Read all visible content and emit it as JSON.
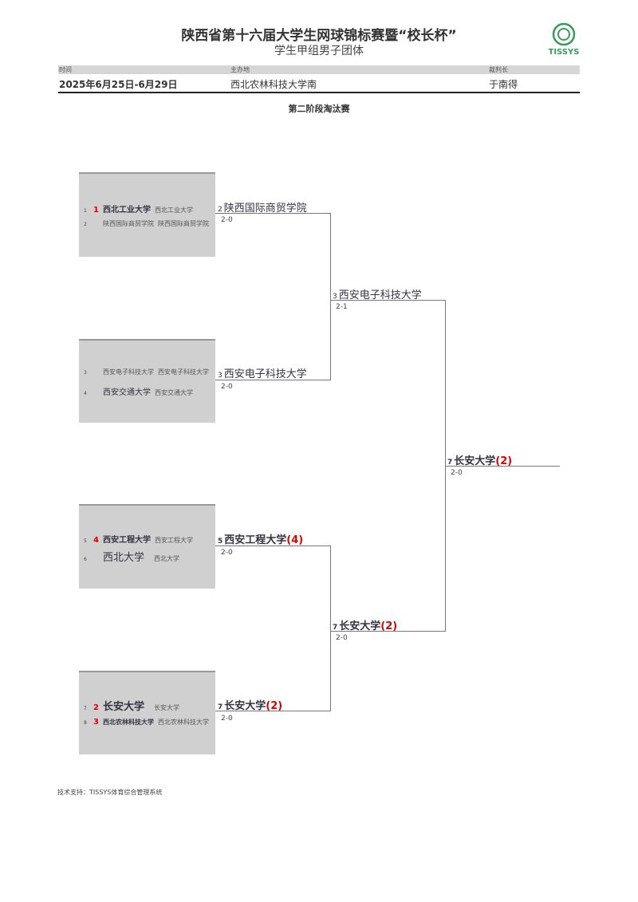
{
  "header": {
    "title": "陕西省第十六届大学生网球锦标赛暨“校长杯”",
    "subtitle": "学生甲组男子团体",
    "logo_text": "TISSYS",
    "time_label": "时间",
    "time_value": "2025年6月25日-6月29日",
    "venue_label": "主办地",
    "venue_value": "西北农林科技大学南",
    "referee_label": "裁判长",
    "referee_value": "于南得"
  },
  "stage": "第二阶段淘汰赛",
  "draw": [
    {
      "pos": "1",
      "seed": "1",
      "name": "西北工业大学",
      "org": "西北工业大学"
    },
    {
      "pos": "2",
      "seed": "",
      "name": "陕西国际商贸学院",
      "org": "陕西国际商贸学院"
    },
    {
      "pos": "3",
      "seed": "",
      "name": "西安电子科技大学",
      "org": "西安电子科技大学"
    },
    {
      "pos": "4",
      "seed": "",
      "name": "西安交通大学",
      "org": "西安交通大学"
    },
    {
      "pos": "5",
      "seed": "4",
      "name": "西安工程大学",
      "org": "西安工程大学"
    },
    {
      "pos": "6",
      "seed": "",
      "name": "西北大学",
      "org": "西北大学"
    },
    {
      "pos": "7",
      "seed": "2",
      "name": "长安大学",
      "org": "长安大学"
    },
    {
      "pos": "8",
      "seed": "3",
      "name": "西北农林科技大学",
      "org": "西北农林科技大学"
    }
  ],
  "round1": [
    {
      "pos": "2",
      "name": "陕西国际商贸学院",
      "seed": "",
      "score": "2-0"
    },
    {
      "pos": "3",
      "name": "西安电子科技大学",
      "seed": "",
      "score": "2-0"
    },
    {
      "pos": "5",
      "name": "西安工程大学",
      "seed": "(4)",
      "score": "2-0"
    },
    {
      "pos": "7",
      "name": "长安大学",
      "seed": "(2)",
      "score": "2-0"
    }
  ],
  "round2": [
    {
      "pos": "3",
      "name": "西安电子科技大学",
      "seed": "",
      "score": "2-1"
    },
    {
      "pos": "7",
      "name": "长安大学",
      "seed": "(2)",
      "score": "2-0"
    }
  ],
  "final": {
    "pos": "7",
    "name": "长安大学",
    "seed": "(2)",
    "score": "2-0"
  },
  "footer": "技术支持：TISSYS体育综合管理系统"
}
